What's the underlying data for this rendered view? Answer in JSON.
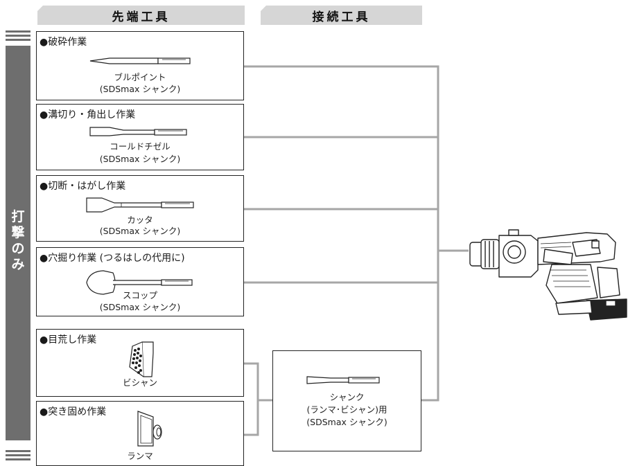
{
  "headers": {
    "tip": "先端工具",
    "connect": "接続工具"
  },
  "sidebar": {
    "label": "打撃のみ"
  },
  "tools": [
    {
      "title": "●破砕作業",
      "name": "ブルポイント",
      "shank": "(SDSmax シャンク)"
    },
    {
      "title": "●溝切り・角出し作業",
      "name": "コールドチゼル",
      "shank": "(SDSmax シャンク)"
    },
    {
      "title": "●切断・はがし作業",
      "name": "カッタ",
      "shank": "(SDSmax シャンク)"
    },
    {
      "title": "●穴掘り作業 (つるはしの代用に)",
      "name": "スコップ",
      "shank": "(SDSmax シャンク)"
    },
    {
      "title": "●目荒し作業",
      "name": "ビシャン"
    },
    {
      "title": "●突き固め作業",
      "name": "ランマ"
    }
  ],
  "connector": {
    "line1": "シャンク",
    "line2": "(ランマ･ビシャン)用",
    "line3": "(SDSmax シャンク)"
  },
  "colors": {
    "connector_line": "#a6a6a6",
    "sidebar": "#6e6e6e",
    "header": "#d6d6d6"
  }
}
